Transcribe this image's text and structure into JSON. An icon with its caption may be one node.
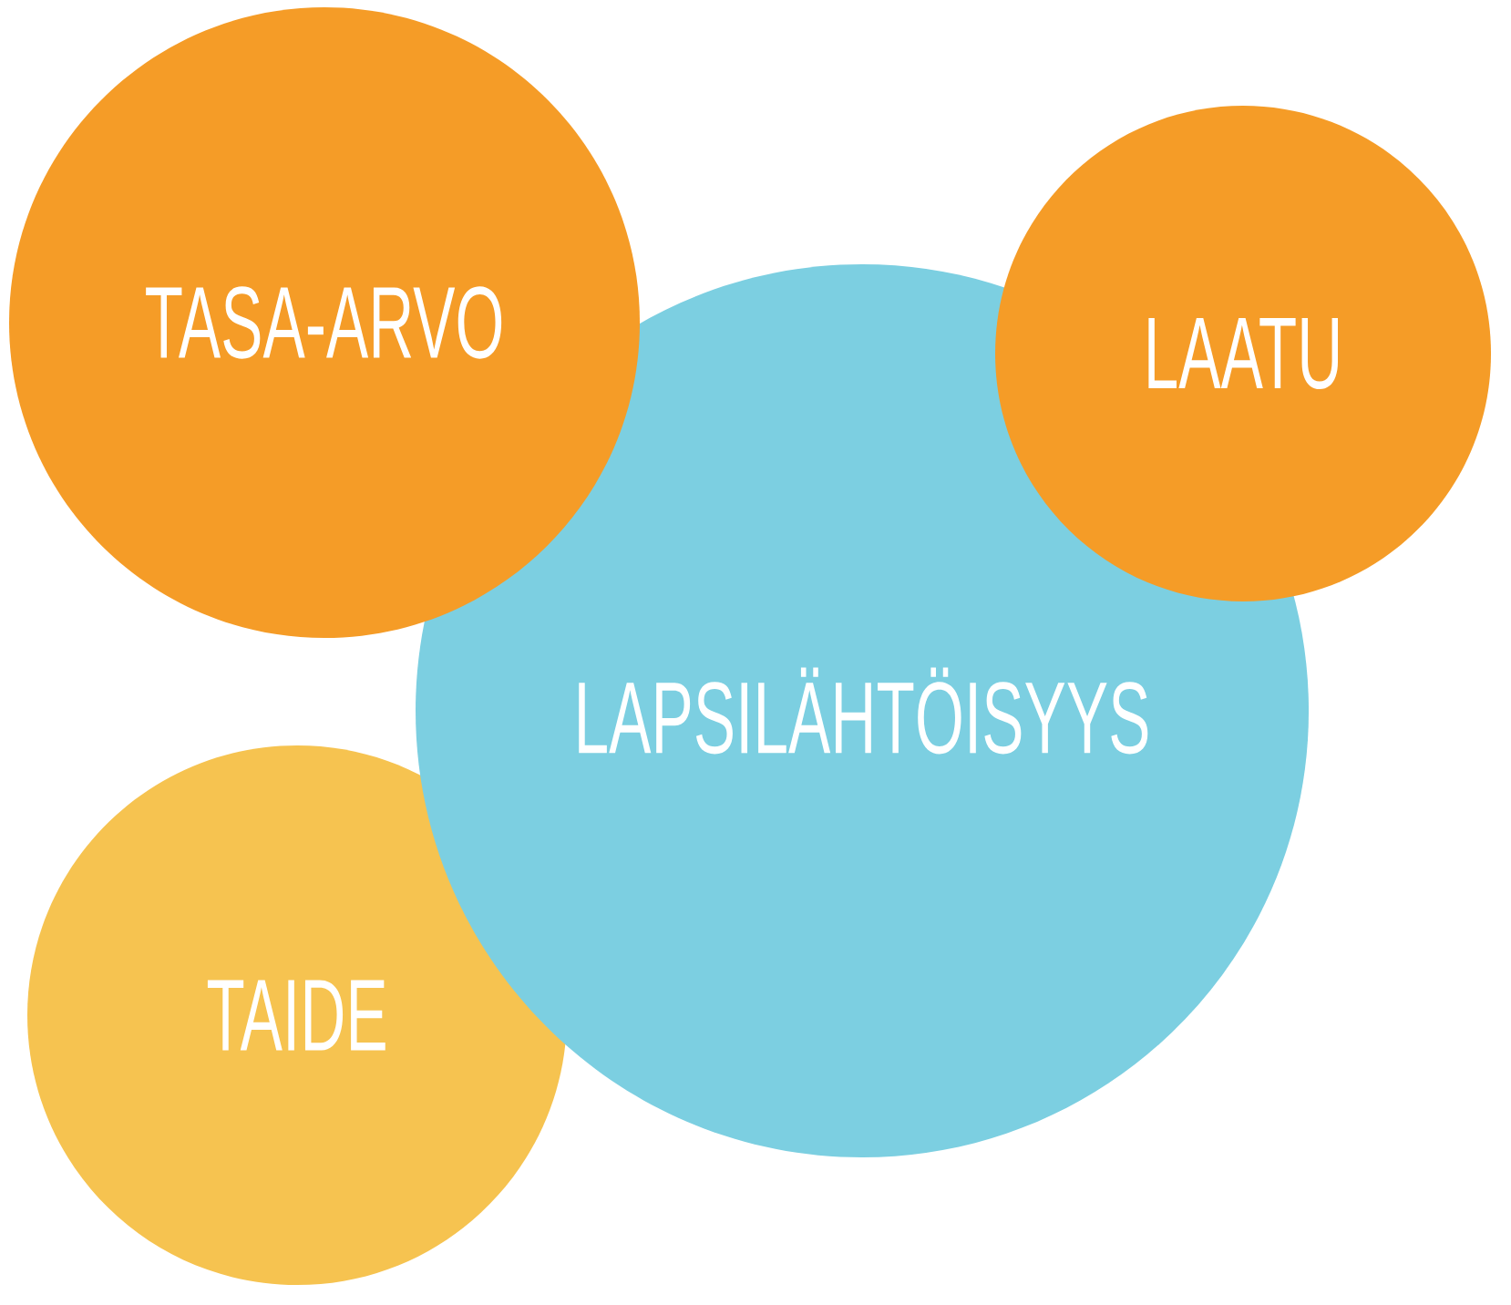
{
  "diagram": {
    "nodes": [
      {
        "text": [
          "TASA-ARVO"
        ]
      },
      {
        "text": [
          "LAATU"
        ]
      },
      {
        "text": [
          "LAPSILÄHTÖISYYS"
        ]
      },
      {
        "text": [
          "TAIDE"
        ]
      }
    ]
  }
}
